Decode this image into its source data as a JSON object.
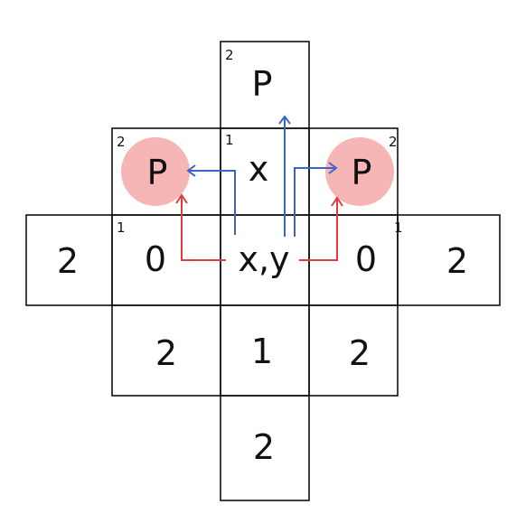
{
  "colors": {
    "grid_line": "#111111",
    "highlight": "#f6b6b6",
    "arrow_red": "#e23b3b",
    "arrow_blue": "#3a64c8"
  },
  "cells": [
    {
      "id": "top-2",
      "value": "P",
      "corner": "2",
      "highlight": false
    },
    {
      "id": "up-1",
      "value": "x",
      "corner": "1",
      "highlight": false
    },
    {
      "id": "up-left",
      "value": "P",
      "corner": "2",
      "highlight": true
    },
    {
      "id": "up-right",
      "value": "P",
      "corner": "2",
      "highlight": true
    },
    {
      "id": "far-left",
      "value": "2",
      "corner": "",
      "highlight": false
    },
    {
      "id": "left-1",
      "value": "0",
      "corner": "1",
      "highlight": false
    },
    {
      "id": "center",
      "value": "x,y",
      "corner": "",
      "highlight": false
    },
    {
      "id": "right-1",
      "value": "0",
      "corner": "1",
      "highlight": false
    },
    {
      "id": "far-right",
      "value": "2",
      "corner": "",
      "highlight": false
    },
    {
      "id": "down-left",
      "value": "2",
      "corner": "",
      "highlight": false
    },
    {
      "id": "down-1",
      "value": "1",
      "corner": "",
      "highlight": false
    },
    {
      "id": "down-right",
      "value": "2",
      "corner": "",
      "highlight": false
    },
    {
      "id": "down-2",
      "value": "2",
      "corner": "",
      "highlight": false
    }
  ]
}
